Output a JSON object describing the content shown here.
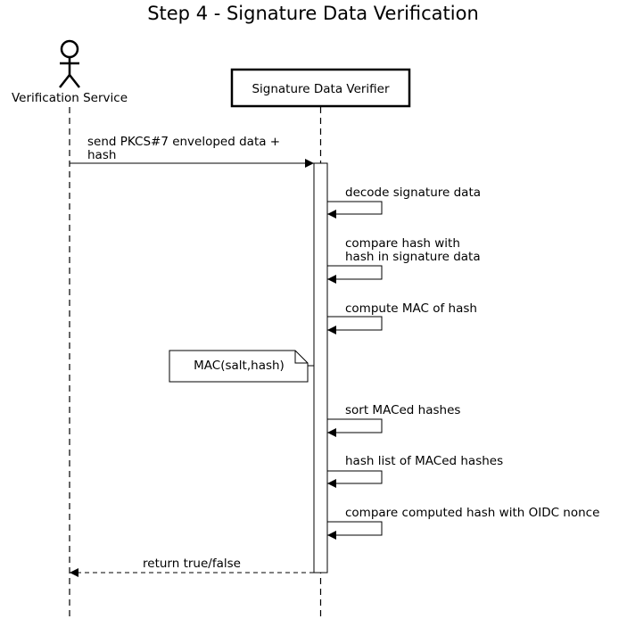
{
  "diagram": {
    "title": "Step 4 - Signature Data Verification",
    "actor": {
      "label": "Verification Service"
    },
    "participant": {
      "label": "Signature Data Verifier"
    },
    "messages": [
      {
        "lines": [
          "send PKCS#7 enveloped data +",
          "hash"
        ]
      },
      {
        "lines": [
          "decode signature data"
        ]
      },
      {
        "lines": [
          "compare hash with",
          "hash in signature data"
        ]
      },
      {
        "lines": [
          "compute MAC of hash"
        ]
      },
      {
        "lines": [
          "sort MACed hashes"
        ]
      },
      {
        "lines": [
          "hash list of MACed hashes"
        ]
      },
      {
        "lines": [
          "compare computed hash with OIDC nonce"
        ]
      },
      {
        "lines": [
          "return true/false"
        ]
      }
    ],
    "note": {
      "text": "MAC(salt,hash)"
    }
  }
}
